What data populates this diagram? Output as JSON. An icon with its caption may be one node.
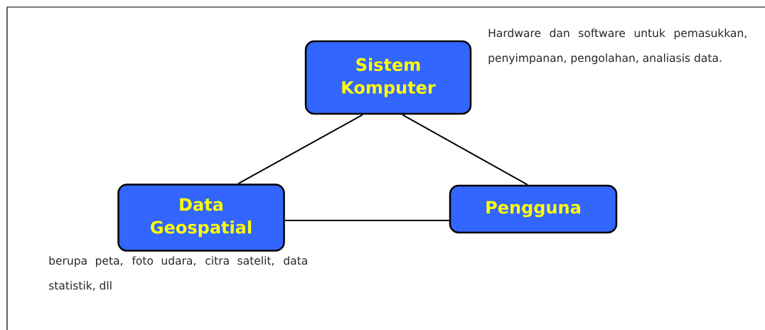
{
  "diagram": {
    "nodes": [
      {
        "text": [
          "Sistem Komputer"
        ],
        "beside": [
          "Hardware dan software untuk pemasukkan, penyimpanan, pengolahan, analiasis data."
        ]
      },
      {
        "text": [
          "Data Geospatial"
        ],
        "beside": [
          "berupa peta, foto udara, citra satelit, data statistik, dll"
        ]
      },
      {
        "text": [
          "Pengguna"
        ]
      }
    ],
    "edges": [
      {
        "from": 0,
        "to": 1,
        "arrow": "none"
      },
      {
        "from": 0,
        "to": 2,
        "arrow": "none"
      },
      {
        "from": 1,
        "to": 2,
        "arrow": "none"
      }
    ]
  }
}
